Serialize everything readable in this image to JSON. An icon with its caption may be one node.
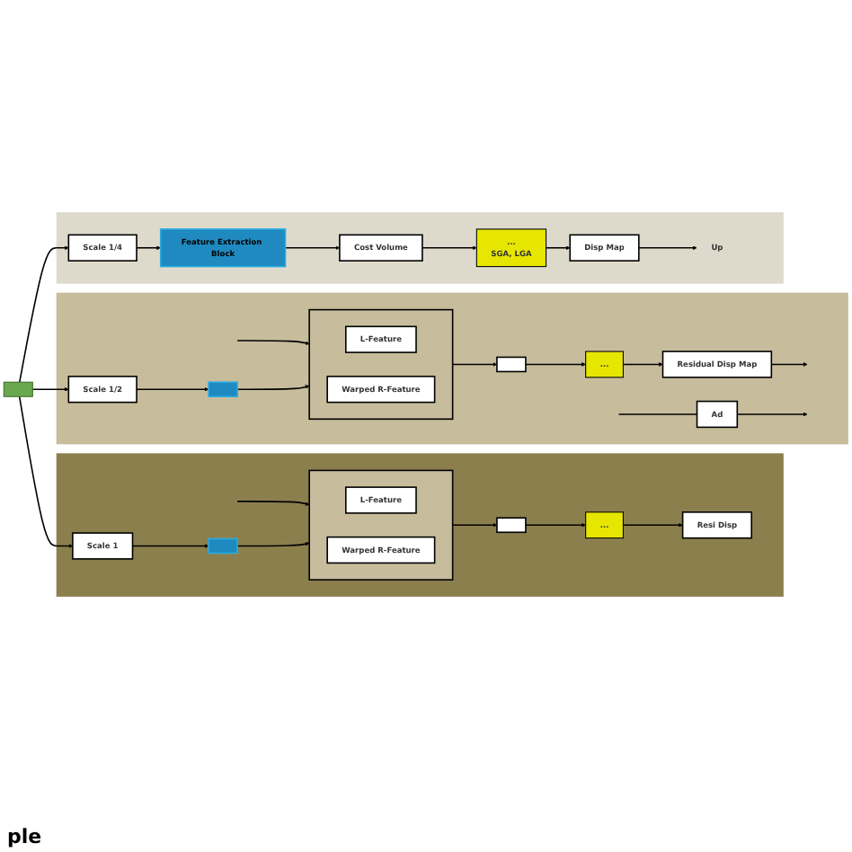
{
  "diagram": {
    "nodes": [
      {
        "text": [],
        "shape": "box"
      },
      {
        "text": [],
        "shape": "box"
      },
      {
        "text": [
          "Scale 1/4"
        ],
        "in": 1
      },
      {
        "text": [
          "Feature Extraction Block"
        ],
        "in": 1
      },
      {
        "text": [
          "Cost Volume"
        ],
        "in": 1
      },
      {
        "text": [
          "...",
          "SGA, LGA"
        ],
        "in": 1
      },
      {
        "text": [
          "Disp Map"
        ],
        "in": 1
      },
      {
        "text": [
          "Up"
        ],
        "in": 1
      },
      {
        "text": [],
        "shape": "box"
      },
      {
        "text": [],
        "shape": "box",
        "in": 8
      },
      {
        "text": [
          "L-Feature"
        ],
        "in": 9
      },
      {
        "text": [
          "Warped R-Feature"
        ],
        "in": 9
      },
      {
        "text": [
          "Scale 1/2"
        ],
        "in": 8
      },
      {
        "text": [],
        "shape": "box",
        "in": 8
      },
      {
        "text": [],
        "shape": "box",
        "in": 8
      },
      {
        "text": [
          "..."
        ],
        "in": 8
      },
      {
        "text": [
          "Residual Disp Map"
        ],
        "in": 8
      },
      {
        "text": [
          "Ad"
        ],
        "in": 8
      },
      {
        "text": [],
        "shape": "box"
      },
      {
        "text": [],
        "shape": "box",
        "in": 18
      },
      {
        "text": [
          "L-Feature"
        ],
        "in": 19
      },
      {
        "text": [
          "Warped R-Feature"
        ],
        "in": 19
      },
      {
        "text": [
          "Scale 1"
        ],
        "in": 18
      },
      {
        "text": [],
        "shape": "box",
        "in": 18
      },
      {
        "text": [],
        "shape": "box",
        "in": 18
      },
      {
        "text": [
          "..."
        ],
        "in": 18
      },
      {
        "text": [
          "Resi Disp"
        ],
        "in": 18
      }
    ],
    "edges": [
      {
        "from": 0,
        "to": 2,
        "arrow": "to"
      },
      {
        "from": 2,
        "to": 3,
        "arrow": "to"
      },
      {
        "from": 3,
        "to": 4,
        "arrow": "to"
      },
      {
        "from": 4,
        "to": 5,
        "arrow": "to"
      },
      {
        "from": 5,
        "to": 6,
        "arrow": "to"
      },
      {
        "from": 6,
        "to": 7,
        "arrow": "to"
      },
      {
        "from": null,
        "to": 9,
        "arrow": "to"
      },
      {
        "from": null,
        "to": 17,
        "arrow": "none"
      },
      {
        "from": 0,
        "to": 12,
        "arrow": "to"
      },
      {
        "from": 12,
        "to": 13,
        "arrow": "to"
      },
      {
        "from": 13,
        "to": 9,
        "arrow": "to"
      },
      {
        "from": 9,
        "to": 14,
        "arrow": "to"
      },
      {
        "from": 14,
        "to": 15,
        "arrow": "to"
      },
      {
        "from": 15,
        "to": 16,
        "arrow": "to"
      },
      {
        "from": 16,
        "to": null,
        "arrow": "to"
      },
      {
        "from": 17,
        "to": null,
        "arrow": "to"
      },
      {
        "from": null,
        "to": 19,
        "arrow": "to"
      },
      {
        "from": 0,
        "to": 22,
        "arrow": "to"
      },
      {
        "from": 22,
        "to": 23,
        "arrow": "to"
      },
      {
        "from": 23,
        "to": 19,
        "arrow": "to"
      },
      {
        "from": 19,
        "to": 24,
        "arrow": "to"
      },
      {
        "from": 24,
        "to": 25,
        "arrow": "to"
      },
      {
        "from": 25,
        "to": 26,
        "arrow": "to"
      }
    ],
    "labels": [
      "ple"
    ]
  }
}
